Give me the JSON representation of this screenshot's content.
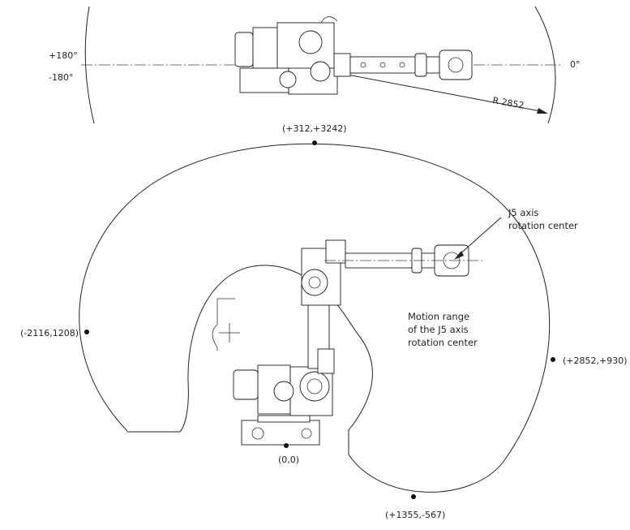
{
  "top_view": {
    "angle_pos_label": "+180°",
    "angle_neg_label": "-180°",
    "angle_zero_label": "0°",
    "radius_label": "R  2852"
  },
  "side_view": {
    "points": [
      {
        "id": "top",
        "label": "(+312,+3242)"
      },
      {
        "id": "left",
        "label": "(-2116,1208)"
      },
      {
        "id": "right",
        "label": "(+2852,+930)"
      },
      {
        "id": "bottom",
        "label": "(+1355,-567)"
      },
      {
        "id": "origin",
        "label": "(0,0)"
      }
    ],
    "j5_label_line1": "J5 axis",
    "j5_label_line2": "rotation center",
    "range_label_line1": "Motion range",
    "range_label_line2": "of the J5 axis",
    "range_label_line3": "rotation center"
  }
}
